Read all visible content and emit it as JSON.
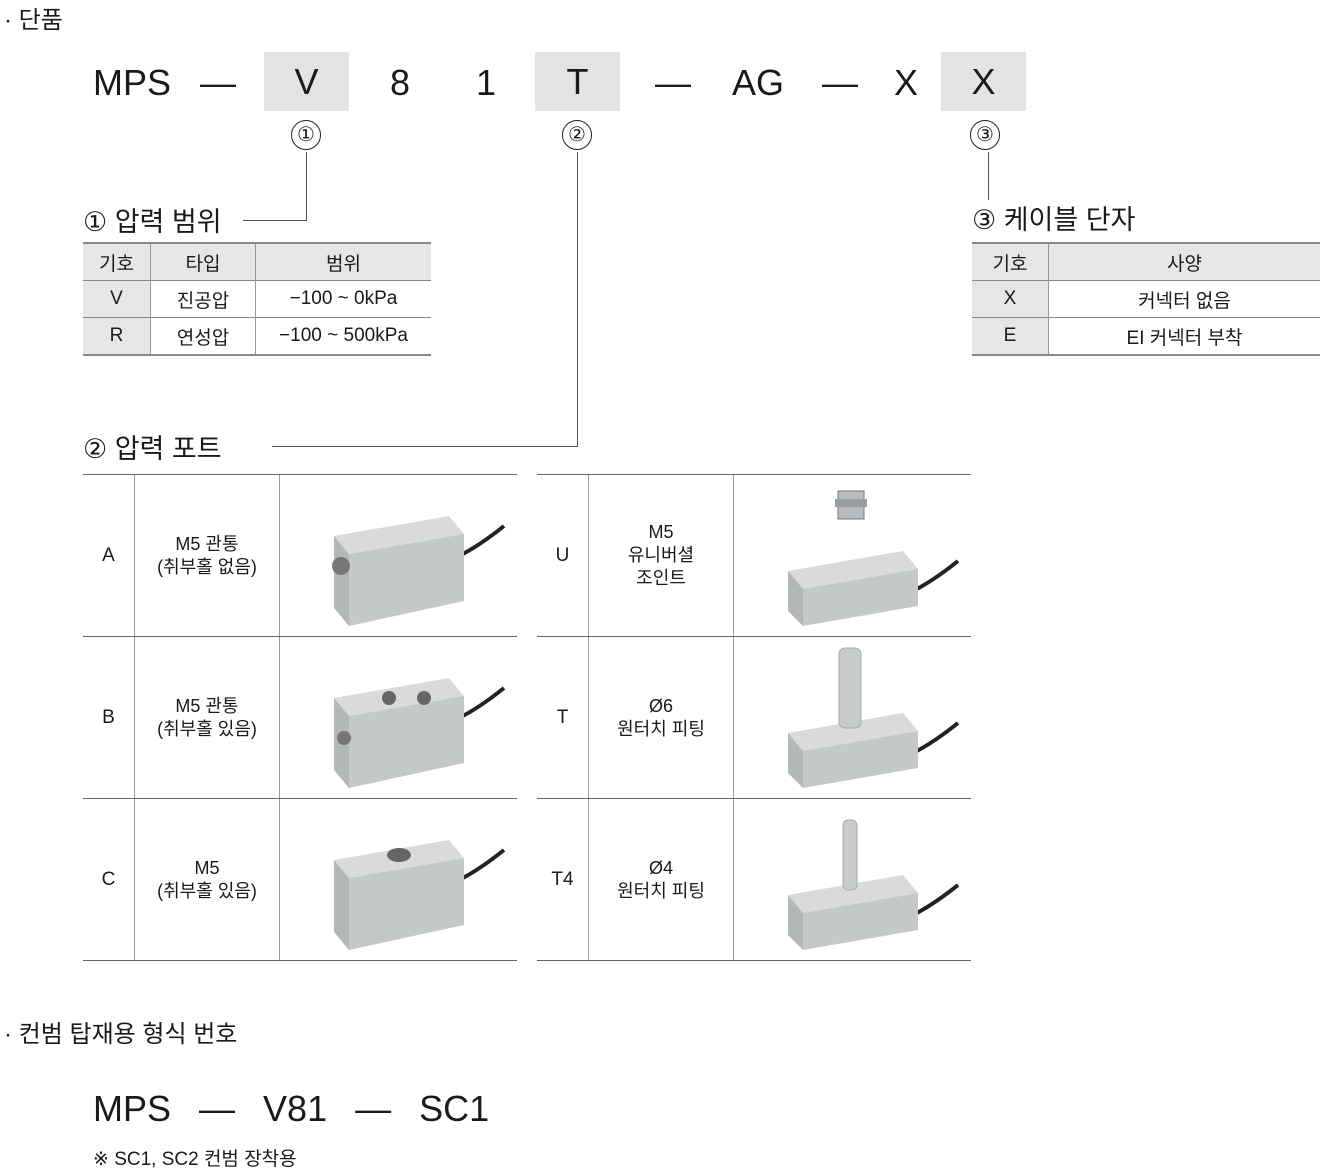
{
  "section1_title": "· 단품",
  "model_code": {
    "parts": [
      "MPS",
      "—",
      "V",
      "8",
      "1",
      "T",
      "—",
      "AG",
      "—",
      "X",
      "X"
    ]
  },
  "markers": [
    "①",
    "②",
    "③"
  ],
  "pressure_range": {
    "title": "① 압력 범위",
    "headers": [
      "기호",
      "타입",
      "범위"
    ],
    "rows": [
      [
        "V",
        "진공압",
        "−100 ~ 0kPa"
      ],
      [
        "R",
        "연성압",
        "−100 ~ 500kPa"
      ]
    ]
  },
  "cable": {
    "title": "③ 케이블 단자",
    "headers": [
      "기호",
      "사양"
    ],
    "rows": [
      [
        "X",
        "커넥터 없음"
      ],
      [
        "E",
        "EI 커넥터 부착"
      ]
    ]
  },
  "port": {
    "title": "② 압력 포트",
    "left": [
      {
        "code": "A",
        "desc": "M5 관통\n(취부홀 없음)",
        "type": "side-hole"
      },
      {
        "code": "B",
        "desc": "M5 관통\n(취부홀 있음)",
        "type": "two-holes"
      },
      {
        "code": "C",
        "desc": "M5\n(취부홀 있음)",
        "type": "top-hole"
      }
    ],
    "right": [
      {
        "code": "U",
        "desc": "M5\n유니버셜\n조인트",
        "type": "fitting"
      },
      {
        "code": "T",
        "desc": "Ø6\n원터치 피팅",
        "type": "tall-tube"
      },
      {
        "code": "T4",
        "desc": "Ø4\n원터치 피팅",
        "type": "thin-tube"
      }
    ]
  },
  "section2_title": "· 컨범 탑재용 형식 번호",
  "conveyor_code": [
    "MPS",
    "—",
    "V81",
    "—",
    "SC1"
  ],
  "note": "※ SC1, SC2 컨범 장착용"
}
